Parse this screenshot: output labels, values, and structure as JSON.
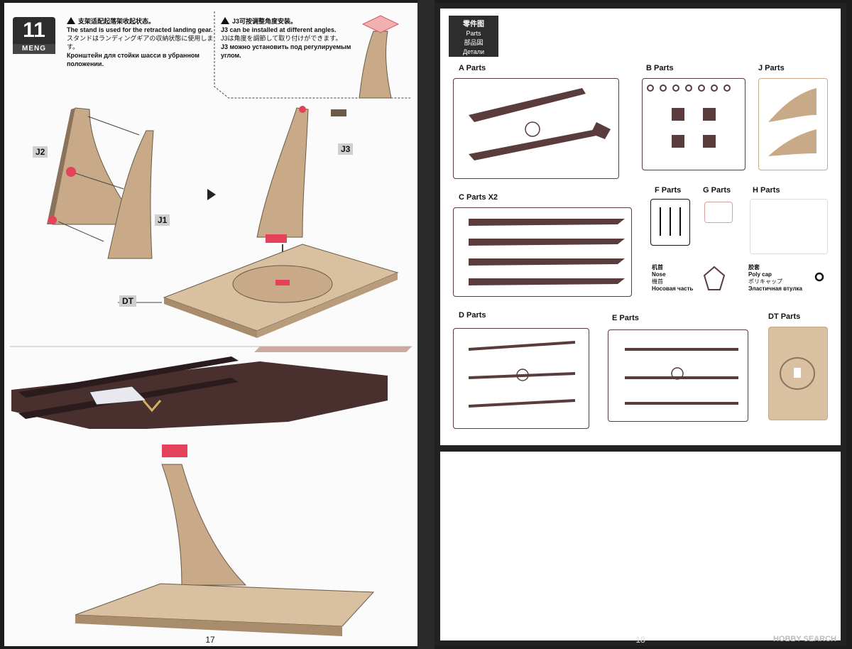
{
  "left_page": {
    "step": {
      "number": "11",
      "brand": "MENG"
    },
    "note1": {
      "zh": "支架适配起落架收起状态。",
      "en": "The stand is used for the retracted landing gear.",
      "ja": "スタンドはランディングギアの収納状態に使用します。",
      "ru1": "Кронштейн для стойки шасси в убранном",
      "ru2": "положении."
    },
    "note2": {
      "zh": "J3可按调整角度安装。",
      "en": "J3 can be installed at different angles.",
      "ja": "J3は角度を調節して取り付けができます。",
      "ru1": "J3 можно установить под регулируемым",
      "ru2": "углом."
    },
    "labels": {
      "j2": "J2",
      "j1": "J1",
      "j3": "J3",
      "dt": "DT"
    },
    "page_number": "17"
  },
  "right_page": {
    "title": {
      "zh": "零件图",
      "en": "Parts",
      "ja": "部品図",
      "ru": "Детали"
    },
    "sprues": {
      "a": "A  Parts",
      "b": "B  Parts",
      "j": "J  Parts",
      "c": "C  Parts X2",
      "f": "F  Parts",
      "g": "G  Parts",
      "h": "H  Parts",
      "d": "D  Parts",
      "e": "E  Parts",
      "dt": "DT  Parts"
    },
    "legend_nose": {
      "zh": "机首",
      "en": "Nose",
      "ja": "機首",
      "ru": "Носовая часть"
    },
    "legend_polycap": {
      "zh": "胶套",
      "en": "Poly cap",
      "ja": "ポリキャップ",
      "ru": "Эластичная втулка"
    },
    "page_number": "18"
  },
  "watermark": "HOBBY SEARCH",
  "colors": {
    "sprue_dark": "#5a3c3c",
    "tan": "#c8aa88",
    "accent_red": "#e3425a"
  }
}
